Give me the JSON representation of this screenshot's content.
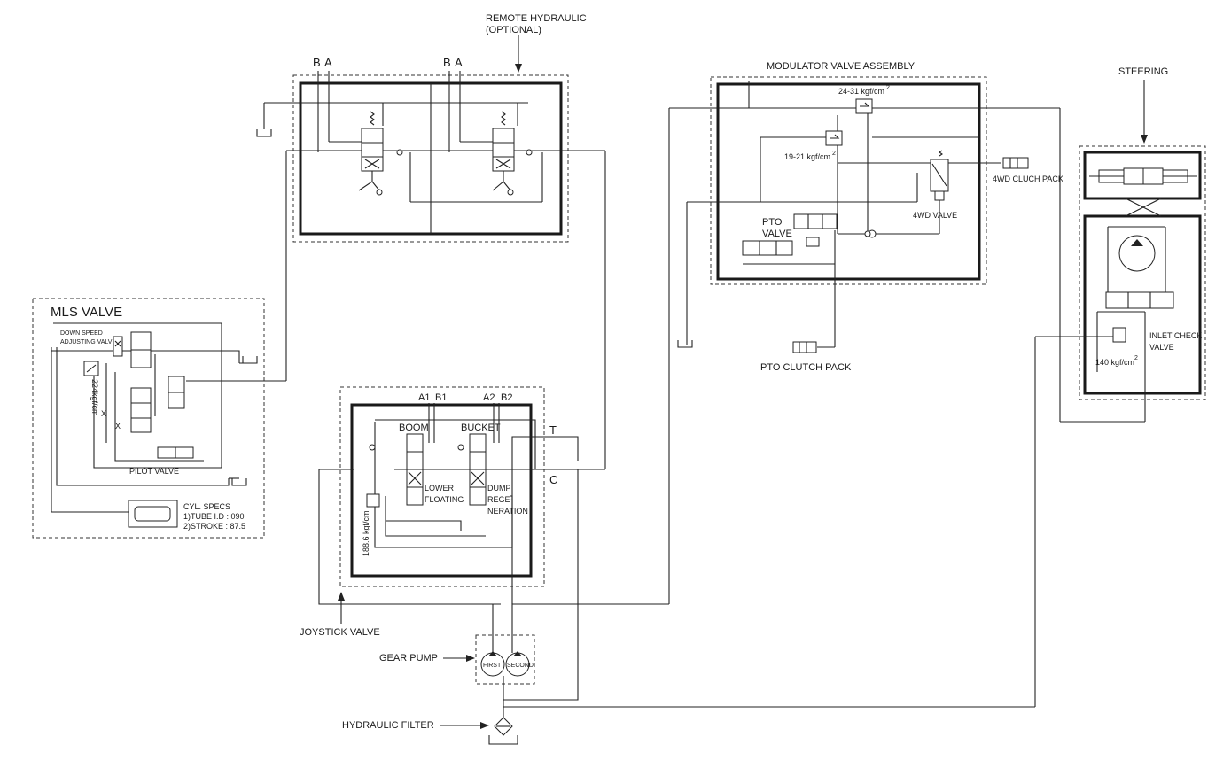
{
  "labels": {
    "remote_hydraulic": "REMOTE HYDRAULIC",
    "remote_optional": "(OPTIONAL)",
    "port_b1": "B",
    "port_a1": "A",
    "port_b2": "B",
    "port_a2": "A",
    "modulator": "MODULATOR VALVE ASSEMBLY",
    "mod_p1": "24-31 kgf/cm",
    "mod_p2": "19-21 kgf/cm",
    "clutch_4wd": "4WD CLUCH PACK",
    "valve_4wd": "4WD VALVE",
    "pto_1": "PTO",
    "pto_2": "VALVE",
    "pto_clutch": "PTO CLUTCH PACK",
    "steering": "STEERING",
    "inlet_1": "INLET CHECK",
    "inlet_2": "VALVE",
    "steer_p": "140 kgf/cm",
    "mls": "MLS VALVE",
    "down_1": "DOWN SPEED",
    "down_2": "ADJUSTING VALVE",
    "mls_p": "224kgf/cm",
    "pilot": "PILOT VALVE",
    "cyl_1": "CYL. SPECS",
    "cyl_2": "1)TUBE I.D : 090",
    "cyl_3": "2)STROKE : 87.5",
    "joy_a1": "A1",
    "joy_b1": "B1",
    "joy_a2": "A2",
    "joy_b2": "B2",
    "joy_t": "T",
    "joy_c": "C",
    "boom": "BOOM",
    "bucket": "BUCKET",
    "lower_1": "LOWER",
    "lower_2": "FLOATING",
    "dump_1": "DUMP",
    "dump_2": "REGE-",
    "dump_3": "NERATION",
    "joy_p": "188.6 kgf/cm",
    "joystick": "JOYSTICK VALVE",
    "gear_pump": "GEAR PUMP",
    "first": "FIRST",
    "second": "SECOND",
    "filter": "HYDRAULIC FILTER",
    "sup2": "2"
  }
}
